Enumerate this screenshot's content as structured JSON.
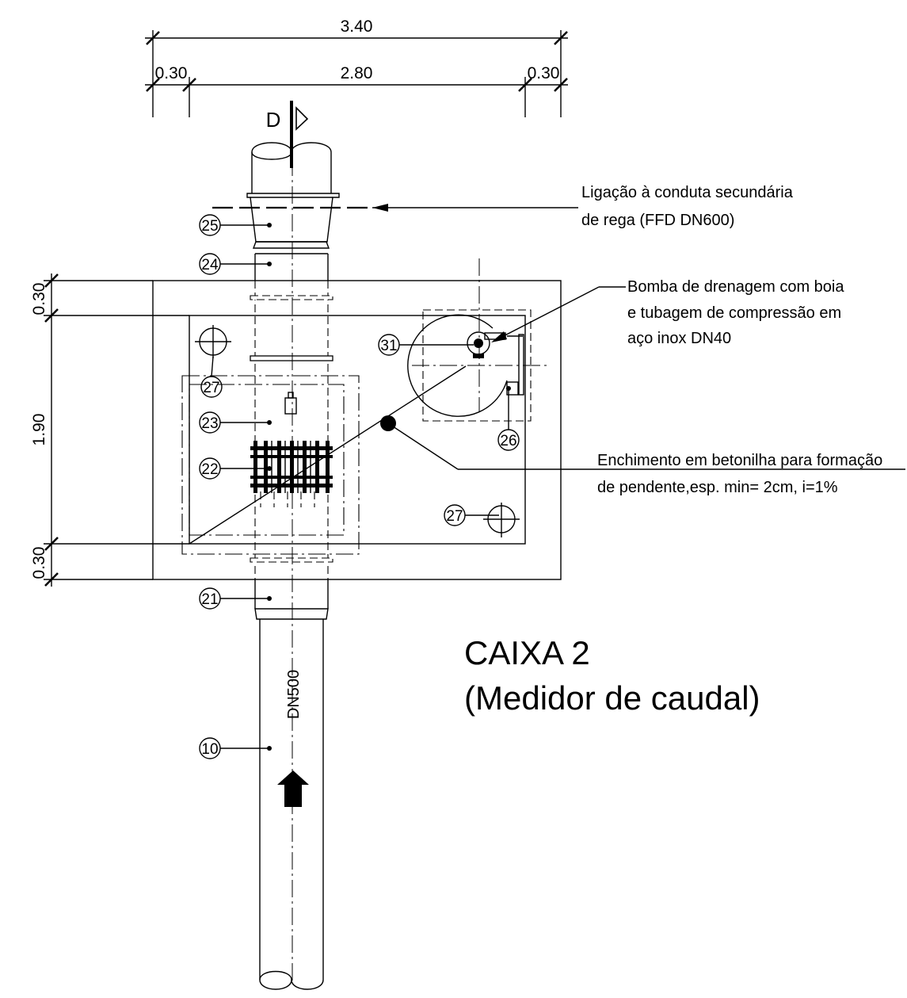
{
  "dimensions": {
    "overall_width": "3.40",
    "left_wall": "0.30",
    "inner_width": "2.80",
    "right_wall": "0.30",
    "top_wall": "0.30",
    "inner_height": "1.90",
    "bottom_wall": "0.30"
  },
  "section_marker": "D",
  "pipe_label": "DN500",
  "notes": {
    "connection": [
      "Ligação à conduta secundária",
      "de rega (FFD DN600)"
    ],
    "pump": [
      "Bomba de drenagem com boia",
      "e tubagem de compressão em",
      "aço inox DN40"
    ],
    "screed": [
      "Enchimento em betonilha para formação",
      "de pendente,esp. min= 2cm,  i=1%"
    ]
  },
  "callouts": {
    "c25": "25",
    "c24": "24",
    "c31": "31",
    "c27a": "27",
    "c23": "23",
    "c22": "22",
    "c26": "26",
    "c27b": "27",
    "c21": "21",
    "c10": "10"
  },
  "title": {
    "line1": "CAIXA 2",
    "line2": "(Medidor de caudal)"
  }
}
